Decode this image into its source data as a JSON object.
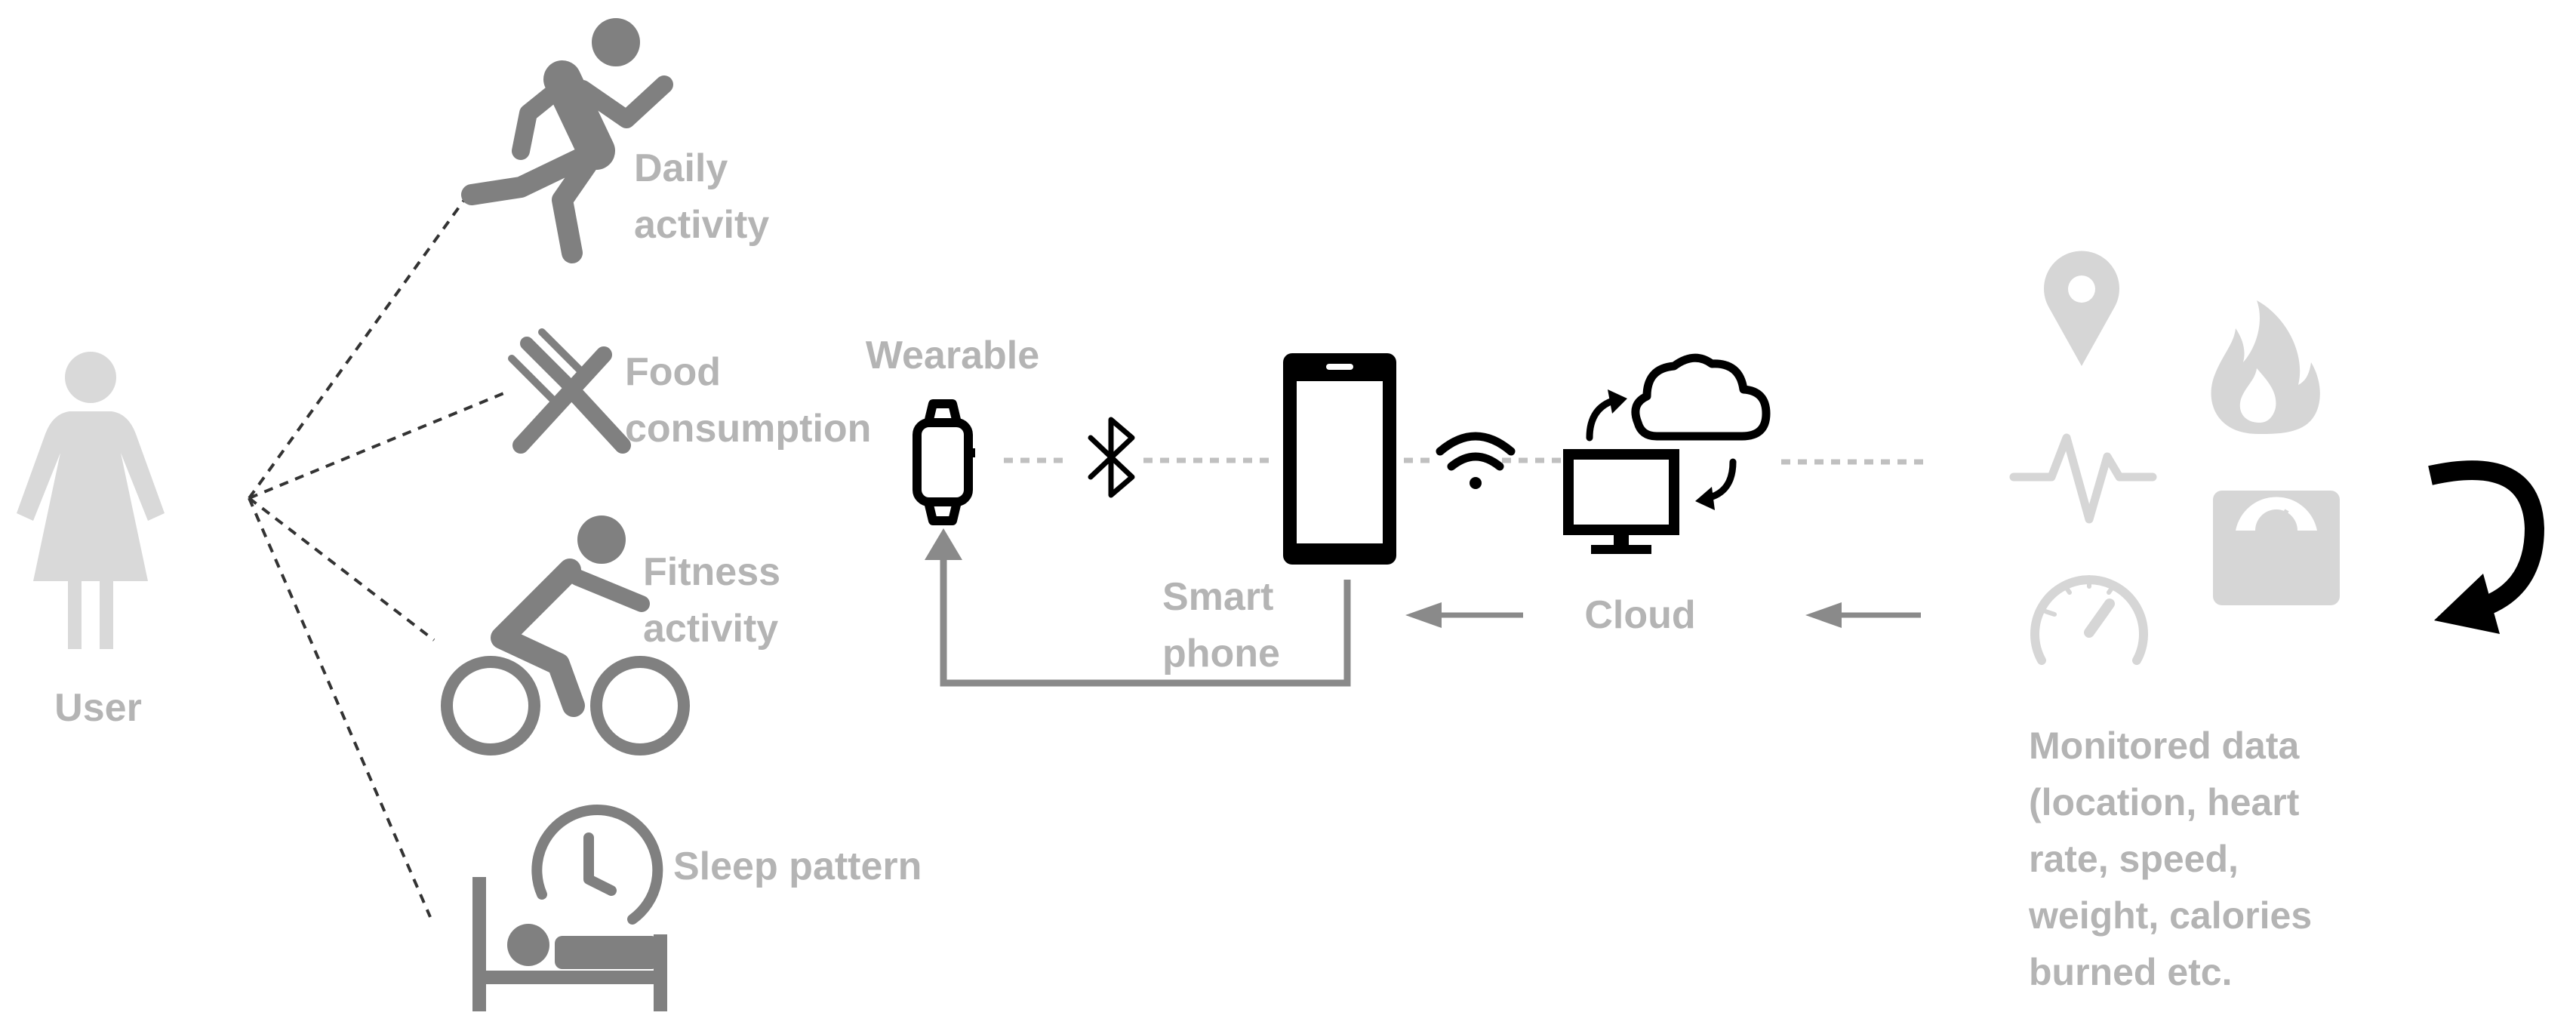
{
  "labels": {
    "user": "User",
    "daily_activity": [
      "Daily",
      "activity"
    ],
    "food_consumption": [
      "Food",
      "consumption"
    ],
    "fitness_activity": [
      "Fitness",
      "activity"
    ],
    "sleep_pattern": "Sleep pattern",
    "wearable": "Wearable",
    "smart_phone": [
      "Smart",
      "phone"
    ],
    "cloud": "Cloud",
    "monitored_data": [
      "Monitored data",
      "(location, heart",
      "rate, speed,",
      "weight, calories",
      "burned etc."
    ]
  },
  "colors": {
    "label_gray": "#b4b4b4",
    "activity_icon_gray": "#808080",
    "device_black": "#000000",
    "user_figure_gray": "#d9d9d9",
    "data_icon_gray": "#d6d6d6",
    "arrow_gray": "#8a8a8a",
    "connector_dots": "#c0c0c0",
    "leader_lines": "#333333"
  },
  "icons": {
    "user": "person-icon",
    "daily_activity": "running-person-icon",
    "food_consumption": "fork-knife-icon",
    "fitness_activity": "cyclist-icon",
    "sleep_pattern": "sleeping-bed-clock-icon",
    "wearable": "smartwatch-icon",
    "bluetooth": "bluetooth-icon",
    "smart_phone": "smartphone-icon",
    "wifi": "wifi-icon",
    "cloud": "cloud-sync-computer-icon",
    "location": "location-pin-icon",
    "heart_rate": "heartbeat-icon",
    "speed": "speedometer-icon",
    "calories": "flame-icon",
    "weight": "scale-icon",
    "loop": "curved-return-arrow-icon"
  }
}
